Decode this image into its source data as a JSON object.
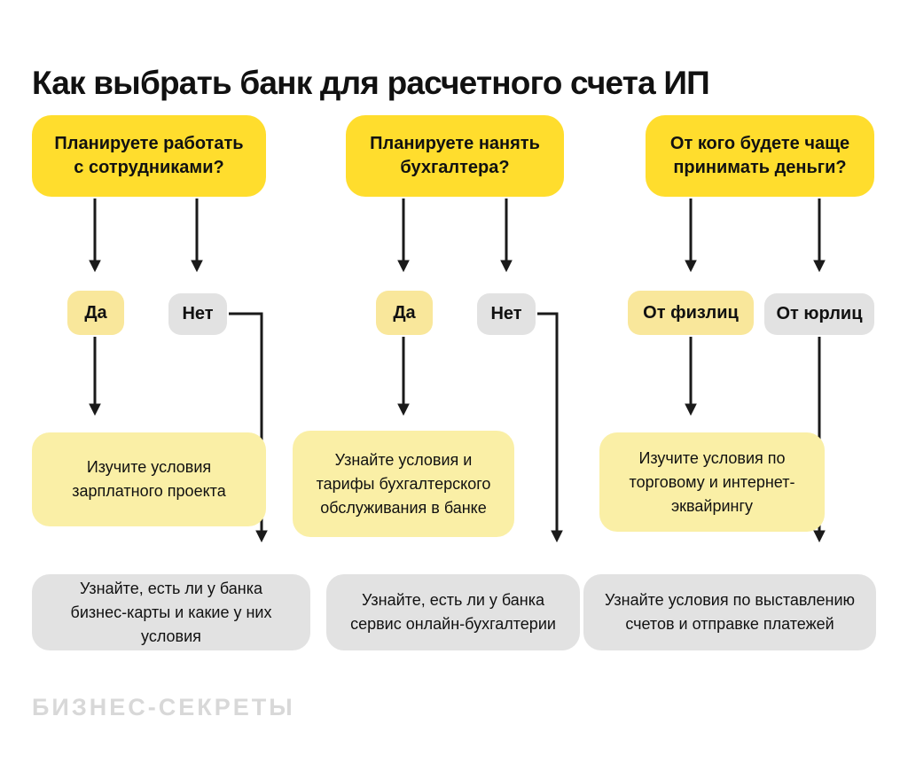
{
  "title": "Как выбрать банк для расчетного счета ИП",
  "colors": {
    "accent_yellow": "#FFDD2D",
    "light_yellow_chip": "#F9E79B",
    "light_yellow_box": "#FAEFA6",
    "gray_box": "#E2E2E2",
    "text": "#111111",
    "arrow": "#1A1A1A",
    "logo_gray": "#D8D8D8"
  },
  "columns": [
    {
      "question": "Планируете работать с сотрудниками?",
      "answers": [
        {
          "label": "Да"
        },
        {
          "label": "Нет"
        }
      ],
      "yes_result": "Изучите условия зарплатного проекта",
      "no_result": "Узнайте, есть ли у банка бизнес-карты и какие у них условия"
    },
    {
      "question": "Планируете нанять бухгалтера?",
      "answers": [
        {
          "label": "Да"
        },
        {
          "label": "Нет"
        }
      ],
      "yes_result": "Узнайте условия и тарифы бухгалтерского обслуживания в банке",
      "no_result": "Узнайте, есть ли у банка сервис онлайн-бухгалтерии"
    },
    {
      "question": "От кого будете чаще принимать деньги?",
      "answers": [
        {
          "label": "От физлиц"
        },
        {
          "label": "От юрлиц"
        }
      ],
      "yes_result": "Изучите условия по торговому и интернет-эквайрингу",
      "no_result": "Узнайте условия по выставлению счетов и отправке платежей"
    }
  ],
  "footer": {
    "logo": "БИЗНЕС-СЕКРЕТЫ"
  }
}
